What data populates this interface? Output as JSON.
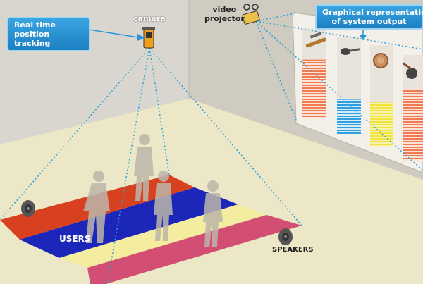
{
  "labels": {
    "position_tracking": [
      "Real time",
      "position tracking"
    ],
    "camera": "camera",
    "projector": [
      "video",
      "projector"
    ],
    "output": [
      "Graphical representation",
      "of system output"
    ],
    "users": "USERS",
    "speakers": "SPEAKERS"
  },
  "colors": {
    "accent": "#2a95d6",
    "stripe_red": "#d8411f",
    "stripe_blue": "#1c26b8",
    "stripe_yellow": "#f4ec9e",
    "stripe_pink": "#d24e73",
    "bar_orange": "#f07b52",
    "bar_blue": "#2f9fe0",
    "bar_yellow": "#f2e33a",
    "beam": "#2aa0d8"
  },
  "icons": [
    "camera-icon",
    "projector-icon",
    "speaker-icon",
    "knife-icon",
    "spoon-icon",
    "plate-icon",
    "pan-icon"
  ],
  "output_panel": {
    "bar_levels": [
      0.85,
      0.45,
      0.55,
      0.85
    ],
    "bar_colors": [
      "bar_orange",
      "bar_blue",
      "bar_yellow",
      "bar_orange"
    ]
  }
}
